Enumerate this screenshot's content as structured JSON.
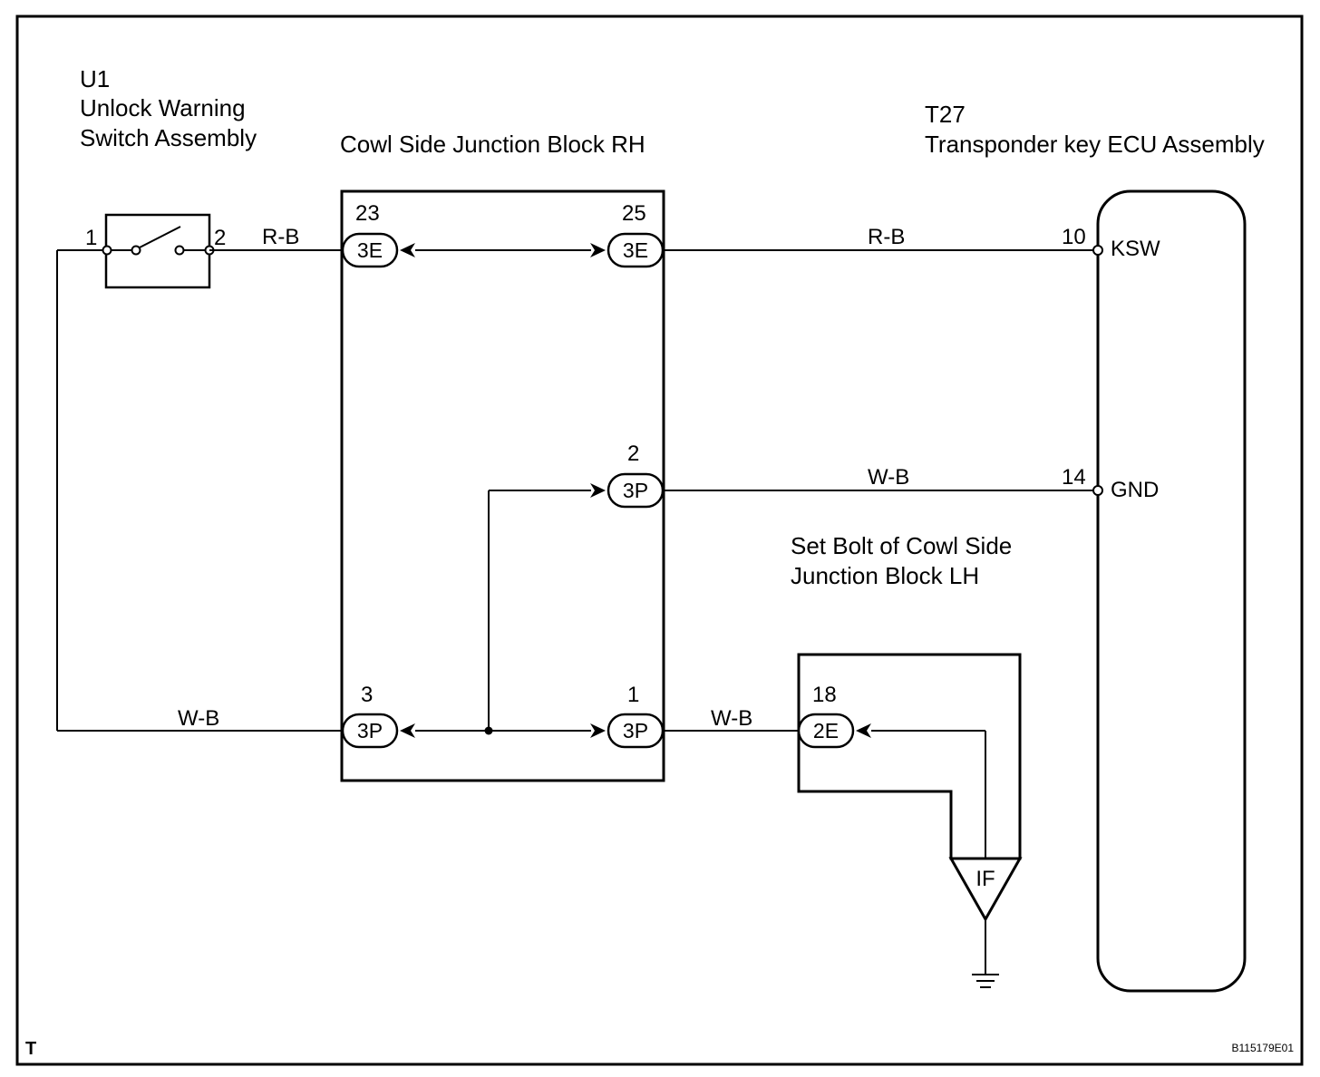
{
  "components": {
    "u1": {
      "code": "U1",
      "name_line1": "Unlock Warning",
      "name_line2": "Switch Assembly",
      "pin1": "1",
      "pin2": "2"
    },
    "cowl_rh": {
      "name": "Cowl Side Junction Block RH"
    },
    "t27": {
      "code": "T27",
      "name": "Transponder key ECU Assembly",
      "pin_ksw_num": "10",
      "pin_ksw_name": "KSW",
      "pin_gnd_num": "14",
      "pin_gnd_name": "GND"
    },
    "set_bolt": {
      "name_line1": "Set Bolt of Cowl Side",
      "name_line2": "Junction Block LH",
      "ground_label": "IF"
    }
  },
  "connectors": {
    "c23": {
      "pin": "23",
      "code": "3E"
    },
    "c25": {
      "pin": "25",
      "code": "3E"
    },
    "c2": {
      "pin": "2",
      "code": "3P"
    },
    "c3": {
      "pin": "3",
      "code": "3P"
    },
    "c1": {
      "pin": "1",
      "code": "3P"
    },
    "c18": {
      "pin": "18",
      "code": "2E"
    }
  },
  "wires": {
    "rb_left": "R-B",
    "rb_right": "R-B",
    "wb_gnd": "W-B",
    "wb_left": "W-B",
    "wb_mid": "W-B"
  },
  "footer": {
    "corner_mark": "T",
    "figure_id": "B115179E01"
  }
}
